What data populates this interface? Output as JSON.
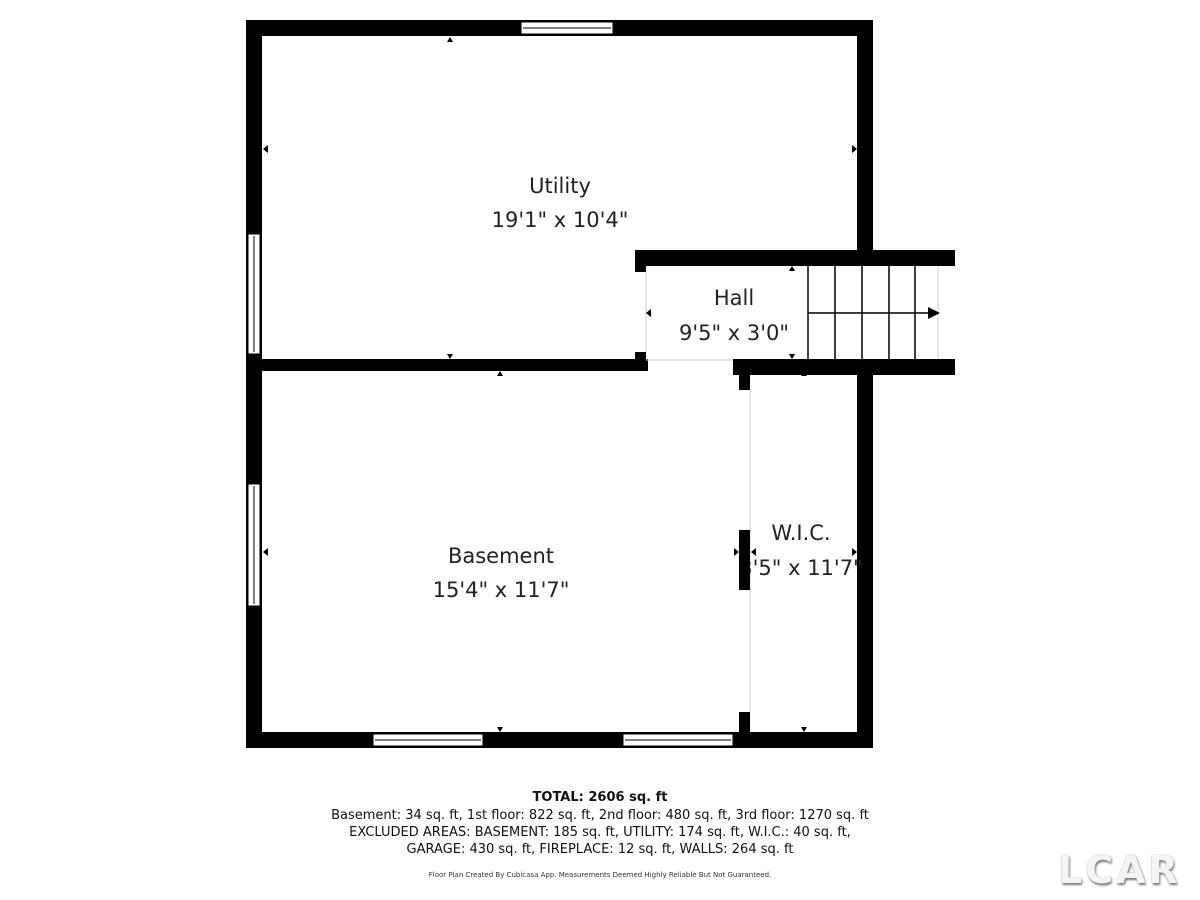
{
  "rooms": [
    {
      "name": "Utility",
      "size": "19'1\" x 10'4\""
    },
    {
      "name": "Hall",
      "size": "9'5\" x 3'0\""
    },
    {
      "name": "Basement",
      "size": "15'4\" x 11'7\""
    },
    {
      "name": "W.I.C.",
      "size": "3'5\" x 11'7\""
    }
  ],
  "summary": {
    "total": "TOTAL: 2606 sq. ft",
    "floors": "Basement: 34 sq. ft, 1st floor: 822 sq. ft, 2nd floor: 480 sq. ft, 3rd floor: 1270 sq. ft",
    "excluded_1": "EXCLUDED AREAS: BASEMENT: 185 sq. ft, UTILITY: 174 sq. ft, W.I.C.: 40 sq. ft,",
    "excluded_2": "GARAGE: 430 sq. ft, FIREPLACE: 12 sq. ft, WALLS: 264 sq. ft",
    "credit": "Floor Plan Created By Cubicasa App. Measurements Deemed Highly Reliable But Not Guaranteed."
  },
  "logo": "LCAR",
  "colors": {
    "wall": "#000000",
    "background": "#ffffff"
  }
}
